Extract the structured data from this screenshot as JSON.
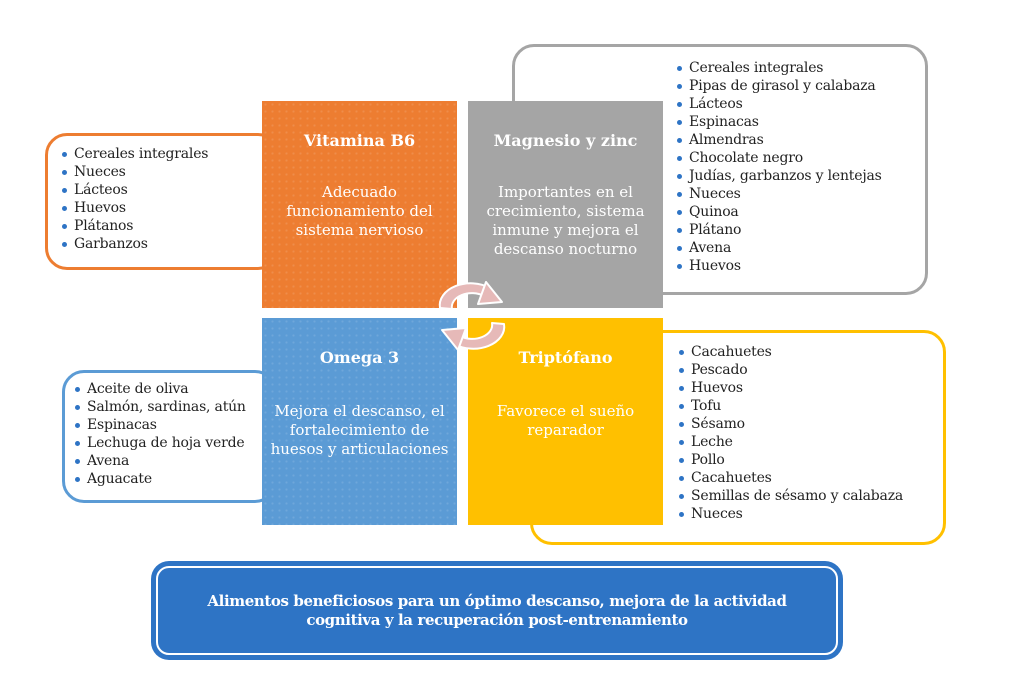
{
  "colors": {
    "orange": "#ed7d31",
    "gray": "#a5a5a5",
    "blue": "#5b9bd5",
    "yellow": "#ffc000",
    "banner": "#2e74c5",
    "bullet": "#2e74c5",
    "cycle_arrows": "#e6b9b8"
  },
  "nutrients": [
    {
      "id": "vitamina-b6",
      "title": "Vitamina B6",
      "description": "Adecuado funcionamiento del sistema nervioso",
      "foods": [
        "Cereales integrales",
        "Nueces",
        "Lácteos",
        "Huevos",
        "Plátanos",
        "Garbanzos"
      ]
    },
    {
      "id": "magnesio-zinc",
      "title": "Magnesio y zinc",
      "description": "Importantes en el crecimiento, sistema inmune y mejora el descanso nocturno",
      "foods": [
        "Cereales integrales",
        "Pipas de girasol y calabaza",
        "Lácteos",
        "Espinacas",
        "Almendras",
        "Chocolate negro",
        "Judías, garbanzos y lentejas",
        "Nueces",
        "Quinoa",
        "Plátano",
        "Avena",
        "Huevos"
      ]
    },
    {
      "id": "omega-3",
      "title": "Omega 3",
      "description": "Mejora el descanso, el fortalecimiento de huesos y articulaciones",
      "foods": [
        "Aceite de oliva",
        "Salmón, sardinas, atún",
        "Espinacas",
        "Lechuga de hoja verde",
        "Avena",
        "Aguacate"
      ]
    },
    {
      "id": "triptofano",
      "title": "Triptófano",
      "description": "Favorece el sueño reparador",
      "foods": [
        "Cacahuetes",
        "Pescado",
        "Huevos",
        "Tofu",
        "Sésamo",
        "Leche",
        "Pollo",
        "Cacahuetes",
        "Semillas de sésamo y calabaza",
        "Nueces"
      ]
    }
  ],
  "center_icon": "cycle-arrows-icon",
  "banner": {
    "text": "Alimentos beneficiosos para un óptimo descanso, mejora de la actividad cognitiva y la recuperación post-entrenamiento"
  }
}
